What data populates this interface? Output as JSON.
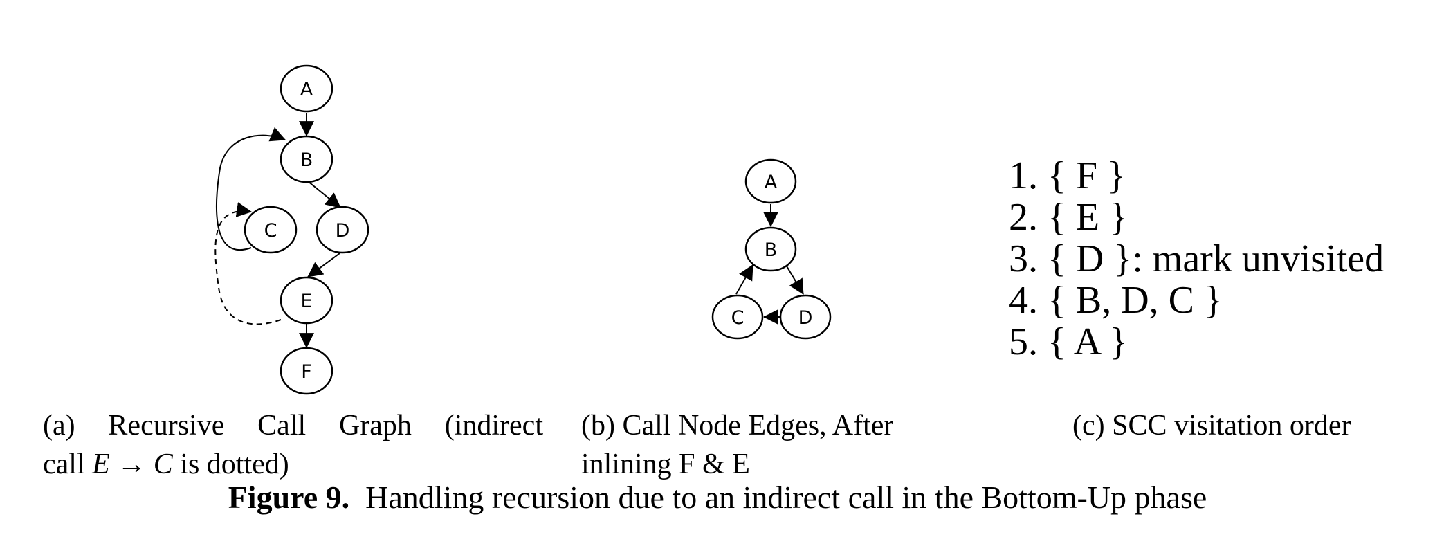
{
  "graph_a": {
    "nodes": [
      {
        "id": "A",
        "label": "A"
      },
      {
        "id": "B",
        "label": "B"
      },
      {
        "id": "C",
        "label": "C"
      },
      {
        "id": "D",
        "label": "D"
      },
      {
        "id": "E",
        "label": "E"
      },
      {
        "id": "F",
        "label": "F"
      }
    ],
    "edges": [
      {
        "from": "A",
        "to": "B",
        "style": "solid"
      },
      {
        "from": "B",
        "to": "D",
        "style": "solid"
      },
      {
        "from": "D",
        "to": "E",
        "style": "solid"
      },
      {
        "from": "E",
        "to": "F",
        "style": "solid"
      },
      {
        "from": "C",
        "to": "B",
        "style": "solid"
      },
      {
        "from": "E",
        "to": "C",
        "style": "dotted"
      }
    ]
  },
  "graph_b": {
    "nodes": [
      {
        "id": "A",
        "label": "A"
      },
      {
        "id": "B",
        "label": "B"
      },
      {
        "id": "C",
        "label": "C"
      },
      {
        "id": "D",
        "label": "D"
      }
    ],
    "edges": [
      {
        "from": "A",
        "to": "B",
        "style": "solid"
      },
      {
        "from": "B",
        "to": "D",
        "style": "solid"
      },
      {
        "from": "C",
        "to": "B",
        "style": "solid"
      },
      {
        "from": "D",
        "to": "C",
        "style": "solid"
      }
    ]
  },
  "scc_list": [
    "1. { F }",
    "2. { E }",
    "3. { D }: mark unvisited",
    "4. { B, D, C }",
    "5. { A }"
  ],
  "captions": {
    "a": {
      "prefix": "(a)",
      "line1_words": [
        "Recursive",
        "Call",
        "Graph",
        "(indirect"
      ],
      "line2_start": "call ",
      "math_from": "E",
      "arrow": " → ",
      "math_to": "C",
      "line2_end": " is dotted)"
    },
    "b": {
      "line1": "(b) Call Node Edges, After",
      "line2": "inlining F & E"
    },
    "c": {
      "text": "(c) SCC visitation order"
    }
  },
  "figure_caption": {
    "label": "Figure 9.",
    "text": "Handling recursion due to an indirect call in the Bottom-Up phase"
  }
}
